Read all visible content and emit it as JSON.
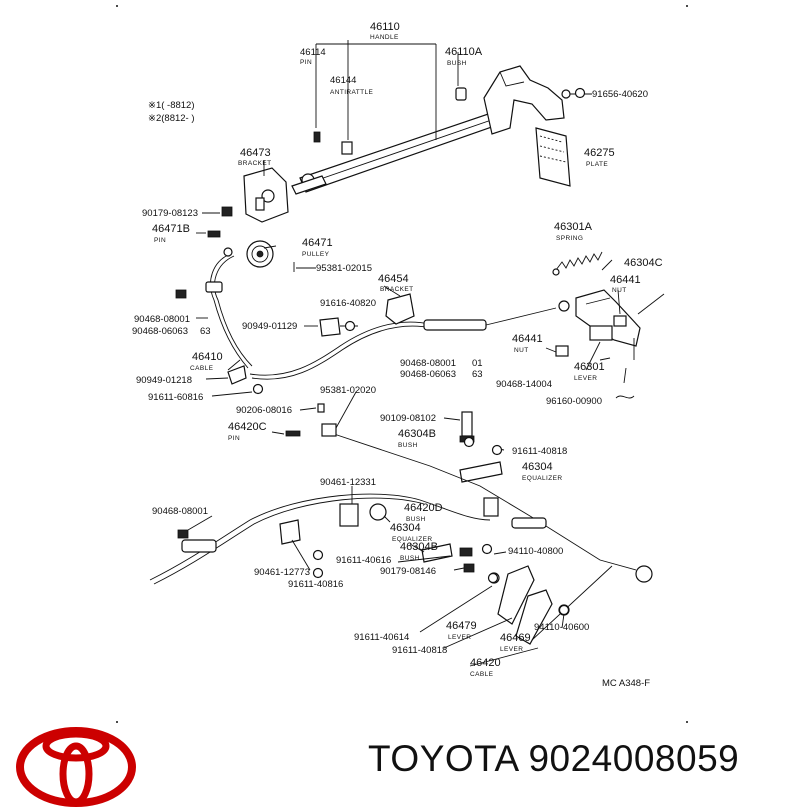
{
  "diagram": {
    "labels": [
      {
        "text": "46110",
        "sub": "HANDLE"
      },
      {
        "text": "46114",
        "sub": "PIN"
      },
      {
        "text": "46110A",
        "sub": "BUSH"
      },
      {
        "text": "46144",
        "sub": "ANTIRATTLE"
      },
      {
        "text": "91656-40620"
      },
      {
        "text": "※1(        -8812)"
      },
      {
        "text": "※2(8812-         )"
      },
      {
        "text": "46473",
        "sub": "BRACKET"
      },
      {
        "text": "46275",
        "sub": "PLATE"
      },
      {
        "text": "90179-08123"
      },
      {
        "text": "46471B",
        "sub": "PIN"
      },
      {
        "text": "46471",
        "sub": "PULLEY"
      },
      {
        "text": "46301A",
        "sub": "SPRING"
      },
      {
        "text": "95381-02015"
      },
      {
        "text": "46454",
        "sub": "BRACKET"
      },
      {
        "text": "46304C"
      },
      {
        "text": "46441",
        "sub": "NUT"
      },
      {
        "text": "91616-40820"
      },
      {
        "text": "90468-08001"
      },
      {
        "text": "90468-06063"
      },
      {
        "text": "90949-01129"
      },
      {
        "text": "46441",
        "sub": "NUT"
      },
      {
        "text": "46410",
        "sub": "CABLE"
      },
      {
        "text": "90468-08001"
      },
      {
        "text": "90468-06063"
      },
      {
        "text": "46301",
        "sub": "LEVER"
      },
      {
        "text": "90949-01218"
      },
      {
        "text": "90468-14004"
      },
      {
        "text": "91611-60816"
      },
      {
        "text": "95381-02020"
      },
      {
        "text": "96160-00900"
      },
      {
        "text": "90206-08016"
      },
      {
        "text": "90109-08102"
      },
      {
        "text": "46420C",
        "sub": "PIN"
      },
      {
        "text": "46304B",
        "sub": "BUSH"
      },
      {
        "text": "91611-40818"
      },
      {
        "text": "46304",
        "sub": "EQUALIZER"
      },
      {
        "text": "90461-12331"
      },
      {
        "text": "90468-08001"
      },
      {
        "text": "46420D",
        "sub": "BUSH"
      },
      {
        "text": "46304",
        "sub": "EQUALIZER"
      },
      {
        "text": "46304B",
        "sub": "BUSH"
      },
      {
        "text": "94110-40800"
      },
      {
        "text": "91611-40616"
      },
      {
        "text": "90461-12773"
      },
      {
        "text": "90179-08146"
      },
      {
        "text": "91611-40816"
      },
      {
        "text": "46479",
        "sub": "LEVER"
      },
      {
        "text": "94110-40600"
      },
      {
        "text": "91611-40614"
      },
      {
        "text": "46469",
        "sub": "LEVER"
      },
      {
        "text": "91611-40818"
      },
      {
        "text": "46420",
        "sub": "CABLE"
      },
      {
        "text": "MC A348-F"
      },
      {
        "text": "01"
      },
      {
        "text": "63"
      },
      {
        "text": "63"
      }
    ]
  },
  "footer": {
    "brand": "TOYOTA",
    "part_number": "9024008059",
    "logo_color": "#cc0000"
  }
}
